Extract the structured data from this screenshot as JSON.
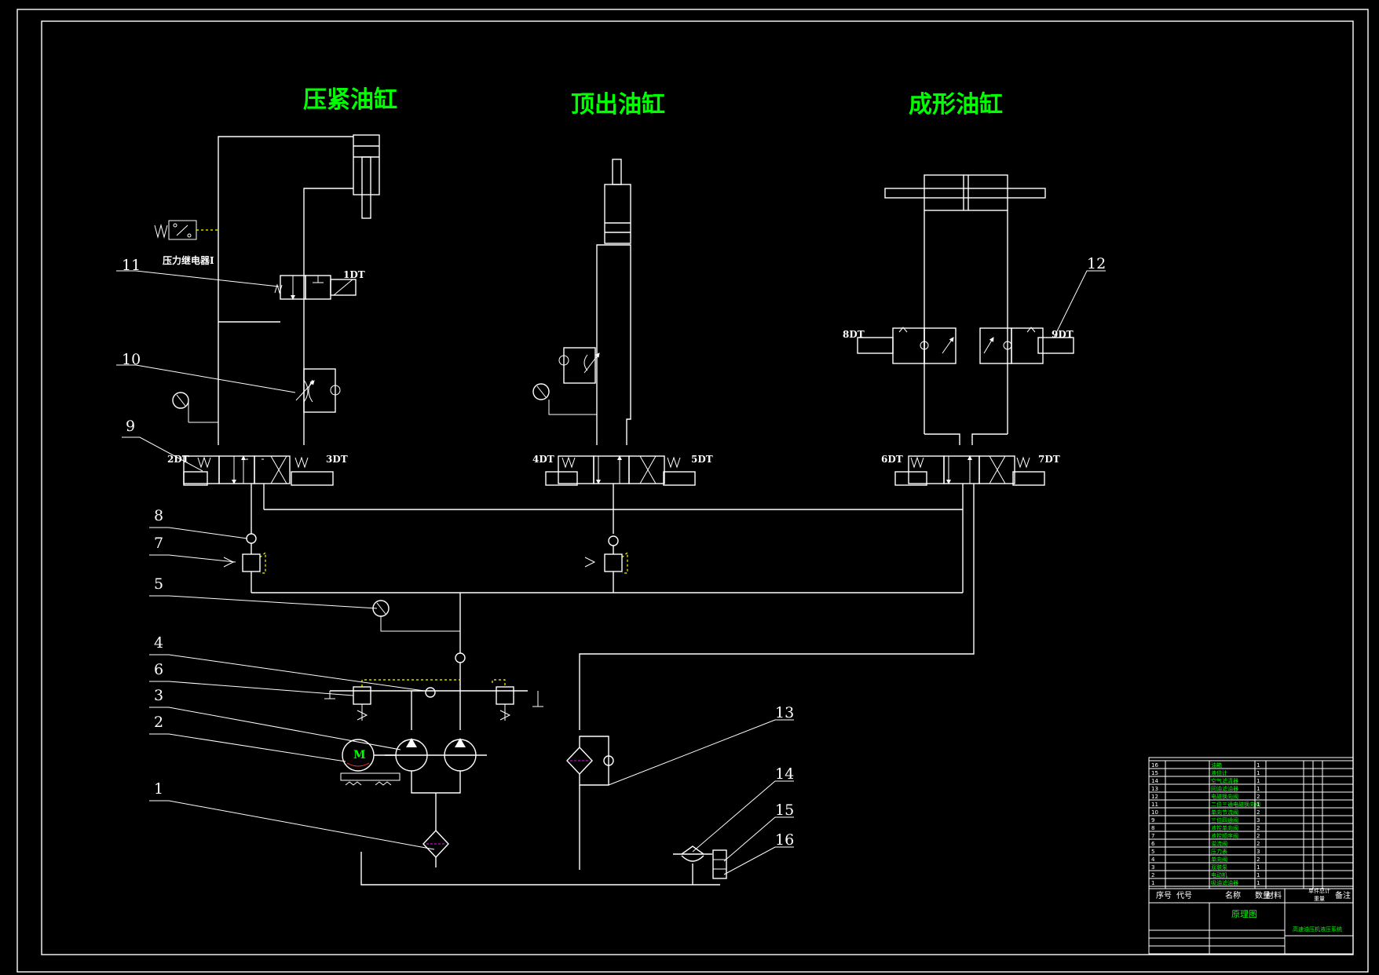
{
  "titles": {
    "clamp_cylinder": "压紧油缸",
    "ejector_cylinder": "顶出油缸",
    "forming_cylinder": "成形油缸"
  },
  "annotations": {
    "pressure_relay": "压力继电器I",
    "solenoids": [
      "1DT",
      "2DT",
      "3DT",
      "4DT",
      "5DT",
      "6DT",
      "7DT",
      "8DT",
      "9DT"
    ],
    "motor": "M"
  },
  "part_numbers": [
    "1",
    "2",
    "3",
    "4",
    "5",
    "6",
    "7",
    "8",
    "9",
    "10",
    "11",
    "12",
    "13",
    "14",
    "15",
    "16"
  ],
  "title_block": {
    "parts": [
      {
        "no": "16",
        "name": "油箱",
        "qty": "1"
      },
      {
        "no": "15",
        "name": "液位计",
        "qty": "1"
      },
      {
        "no": "14",
        "name": "空气滤清器",
        "qty": "1"
      },
      {
        "no": "13",
        "name": "回油滤油器",
        "qty": "1"
      },
      {
        "no": "12",
        "name": "电磁换向阀",
        "qty": "2"
      },
      {
        "no": "11",
        "name": "二位三通电磁换向阀",
        "qty": "1"
      },
      {
        "no": "10",
        "name": "单向节流阀",
        "qty": "2"
      },
      {
        "no": "9",
        "name": "三位四通阀",
        "qty": "3"
      },
      {
        "no": "8",
        "name": "液控单向阀",
        "qty": "2"
      },
      {
        "no": "7",
        "name": "液控顺序阀",
        "qty": "2"
      },
      {
        "no": "6",
        "name": "溢流阀",
        "qty": "2"
      },
      {
        "no": "5",
        "name": "压力表",
        "qty": "3"
      },
      {
        "no": "4",
        "name": "单向阀",
        "qty": "2"
      },
      {
        "no": "3",
        "name": "双联泵",
        "qty": "1"
      },
      {
        "no": "2",
        "name": "电动机",
        "qty": "1"
      },
      {
        "no": "1",
        "name": "吸油滤油器",
        "qty": "1"
      }
    ],
    "header": {
      "seq": "序号",
      "code": "代号",
      "name": "名称",
      "qty": "数量",
      "material": "材料",
      "unit_weight": "单件",
      "total_weight": "总计",
      "weight": "重量",
      "remarks": "备注"
    },
    "drawing_name": "原理图",
    "project_name": "高速油压机液压系统"
  },
  "colors": {
    "title": "#00ff00",
    "lines": "#ffffff",
    "pilot": "#ffff00",
    "accent": "#ff00ff",
    "background": "#000000"
  }
}
